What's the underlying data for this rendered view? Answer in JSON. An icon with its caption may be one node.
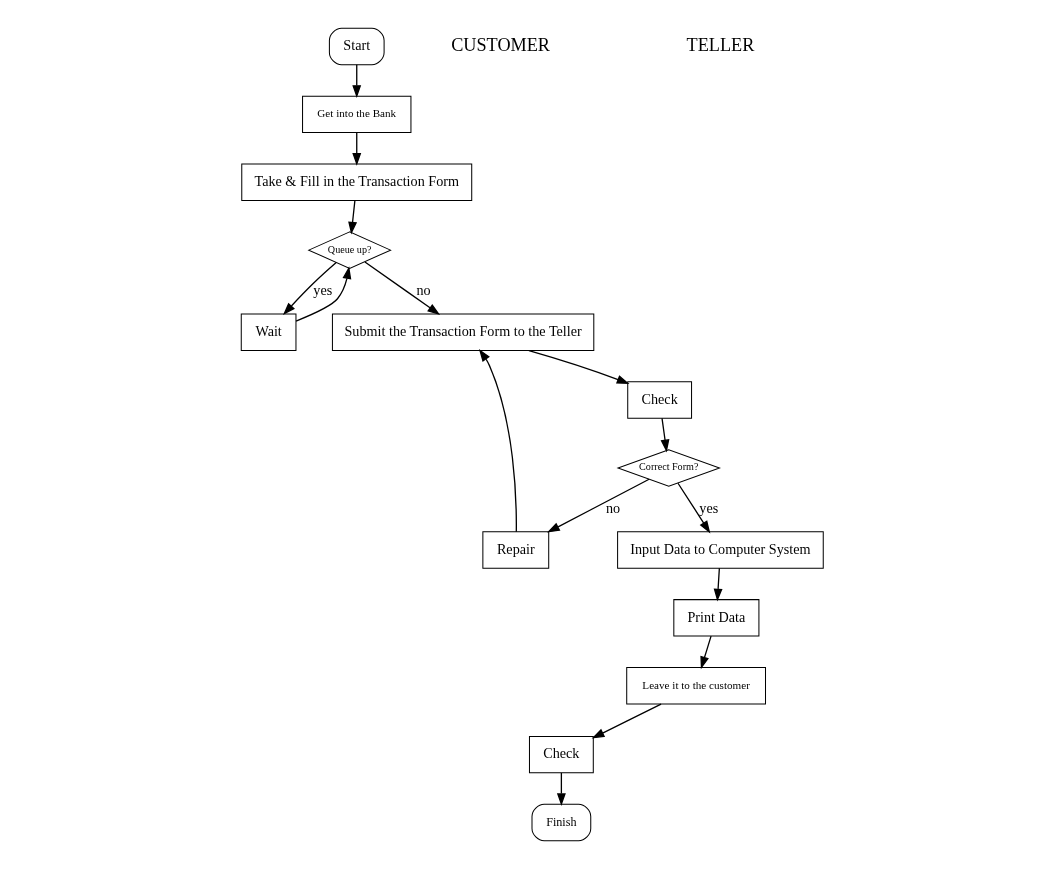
{
  "diagram": {
    "nodes": [
      {
        "text": [
          "Start"
        ]
      },
      {
        "text": [
          "Get into the Bank"
        ]
      },
      {
        "text": [
          "Take & Fill in the Transaction Form"
        ]
      },
      {
        "text": [
          "Queue up?"
        ]
      },
      {
        "text": [
          "Wait"
        ]
      },
      {
        "text": [
          "Submit the Transaction Form to the Teller"
        ]
      },
      {
        "text": [
          "Repair"
        ]
      },
      {
        "text": [
          "Check"
        ]
      },
      {
        "text": [
          "Finish"
        ]
      },
      {
        "text": [
          "Check"
        ]
      },
      {
        "text": [
          "Correct Form?"
        ]
      },
      {
        "text": [
          "Input Data to Computer System"
        ]
      },
      {
        "text": [
          "Print Data"
        ]
      },
      {
        "text": [
          "Leave it to the customer"
        ]
      }
    ],
    "edges": [
      {
        "from": 0,
        "to": 1,
        "arrow": "to"
      },
      {
        "from": 1,
        "to": 2,
        "arrow": "to"
      },
      {
        "from": 2,
        "to": 3,
        "arrow": "to"
      },
      {
        "from": 3,
        "to": 4,
        "arrow": "to",
        "label": "yes"
      },
      {
        "from": 4,
        "to": 3,
        "arrow": "to"
      },
      {
        "from": 3,
        "to": 5,
        "arrow": "to",
        "label": "no"
      },
      {
        "from": 5,
        "to": 9,
        "arrow": "to"
      },
      {
        "from": 9,
        "to": 10,
        "arrow": "to"
      },
      {
        "from": 10,
        "to": 11,
        "arrow": "to",
        "label": "yes"
      },
      {
        "from": 10,
        "to": 6,
        "arrow": "to",
        "label": "no"
      },
      {
        "from": 6,
        "to": 5,
        "arrow": "to"
      },
      {
        "from": 11,
        "to": 12,
        "arrow": "to"
      },
      {
        "from": 12,
        "to": 13,
        "arrow": "to"
      },
      {
        "from": 13,
        "to": 7,
        "arrow": "to"
      },
      {
        "from": 7,
        "to": 8,
        "arrow": "to"
      }
    ],
    "labels": [
      "CUSTOMER",
      "TELLER"
    ]
  }
}
